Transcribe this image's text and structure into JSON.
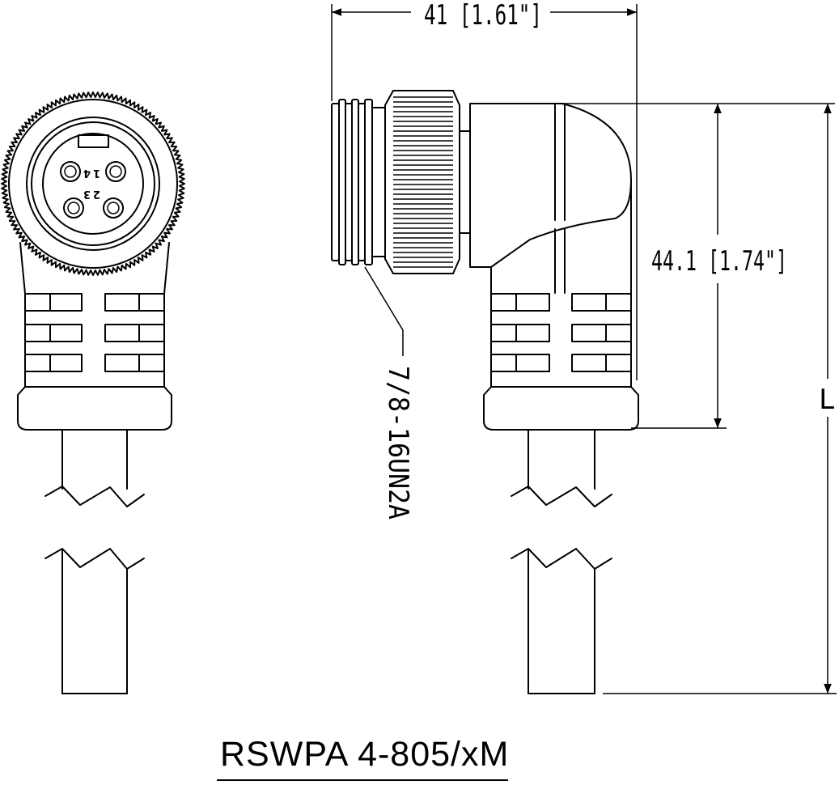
{
  "dimensions": {
    "width_label": "41 [1.61\"]",
    "height_label": "44.1 [1.74\"]",
    "length_label": "L",
    "thread_label": "7/8-16UN2A"
  },
  "pins": [
    "1",
    "2",
    "3",
    "4"
  ],
  "part_number": "RSWPA  4-805/xM"
}
